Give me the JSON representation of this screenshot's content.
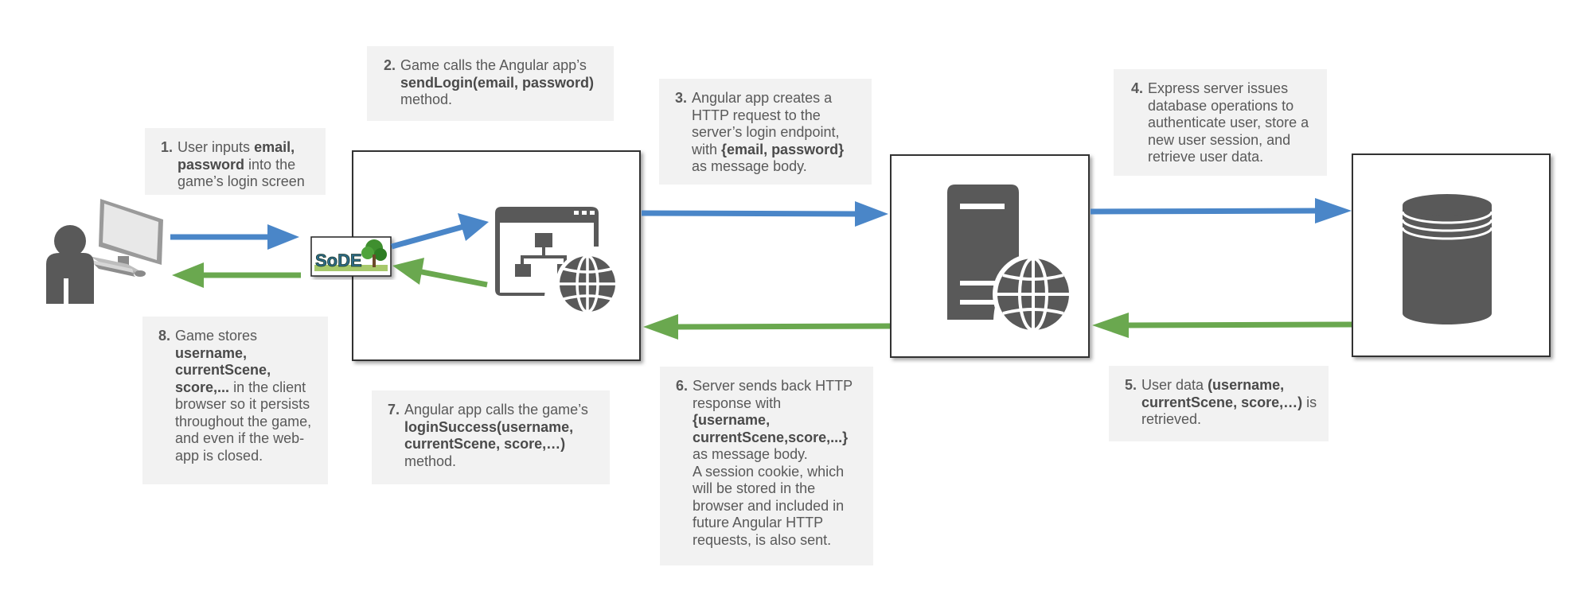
{
  "colors": {
    "request_arrow": "#4a86c8",
    "response_arrow": "#6aa84f",
    "icon_gray": "#595959",
    "note_bg": "#f2f2f2",
    "box_border": "#333333"
  },
  "icons": {
    "user": "user-at-computer-icon",
    "game_logo": "soda-game-logo-icon",
    "web_app": "web-app-sitemap-globe-icon",
    "server": "server-globe-icon",
    "database": "database-icon"
  },
  "logo_text": "SoDE",
  "notes": {
    "n1": {
      "num": "1.",
      "parts": [
        "User inputs ",
        "email, password",
        " into the game’s login screen"
      ]
    },
    "n2": {
      "num": "2.",
      "parts": [
        "Game calls the Angular app’s ",
        "sendLogin(email, password)",
        " method."
      ]
    },
    "n3": {
      "num": "3.",
      "parts": [
        "Angular app creates a HTTP request to the server’s login endpoint, with ",
        "{email, password}",
        " as message body."
      ]
    },
    "n4": {
      "num": "4.",
      "text": "Express server issues database operations to authenticate user, store a new user session, and retrieve user data."
    },
    "n5": {
      "num": "5.",
      "parts": [
        "User data ",
        "(username, currentScene, score,…)",
        " is retrieved."
      ]
    },
    "n6": {
      "num": "6.",
      "parts": [
        "Server sends back HTTP response with ",
        "{username, currentScene,score,...}",
        " as message body.",
        "A session cookie, which will be stored in the browser and included in future Angular HTTP requests, is also sent."
      ]
    },
    "n7": {
      "num": "7.",
      "parts": [
        "Angular app calls the game’s ",
        "loginSuccess(username, currentScene, score,…)",
        " method."
      ]
    },
    "n8": {
      "num": "8.",
      "parts": [
        "Game stores ",
        "username, currentScene, score,...",
        "  in the client browser so it persists throughout the game, and even if the web-app is closed."
      ]
    }
  }
}
